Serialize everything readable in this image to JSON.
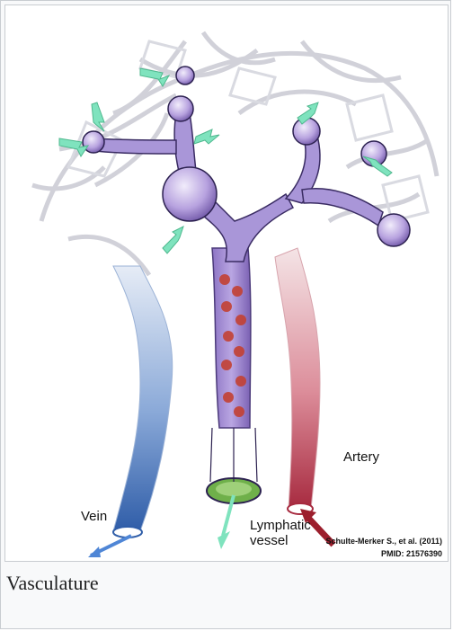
{
  "figure": {
    "caption": "Vasculature",
    "labels": {
      "artery": "Artery",
      "vein": "Vein",
      "lymphatic_line1": "Lymphatic",
      "lymphatic_line2": "vessel",
      "citation": "Schulte-Merker S., et al. (2011)",
      "pmid": "PMID: 21576390"
    }
  },
  "colors": {
    "vein": "#3f6fb6",
    "artery": "#b8334a",
    "lymphatic": "#8b6fc0",
    "lymph_valve": "#63a33d",
    "arrows": "#7fe3be",
    "capillaries": "#cfcfd6"
  }
}
